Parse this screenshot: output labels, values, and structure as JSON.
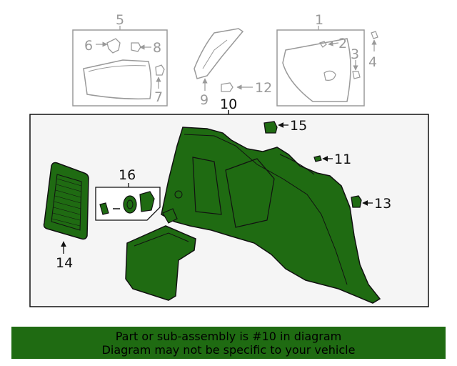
{
  "diagram": {
    "labels": {
      "c1": "1",
      "c2": "2",
      "c3": "3",
      "c4": "4",
      "c5": "5",
      "c6": "6",
      "c7": "7",
      "c8": "8",
      "c9": "9",
      "c10": "10",
      "c11": "11",
      "c12": "12",
      "c13": "13",
      "c14": "14",
      "c15": "15",
      "c16": "16"
    },
    "colors": {
      "part_fill": "#1f6b12",
      "part_stroke": "#111111",
      "inactive_stroke": "#9a9a9a",
      "panel_bg": "#f5f5f5"
    }
  },
  "footer": {
    "line1": "Part or sub-assembly is #10 in diagram",
    "line2": "Diagram may not be specific to your vehicle"
  }
}
